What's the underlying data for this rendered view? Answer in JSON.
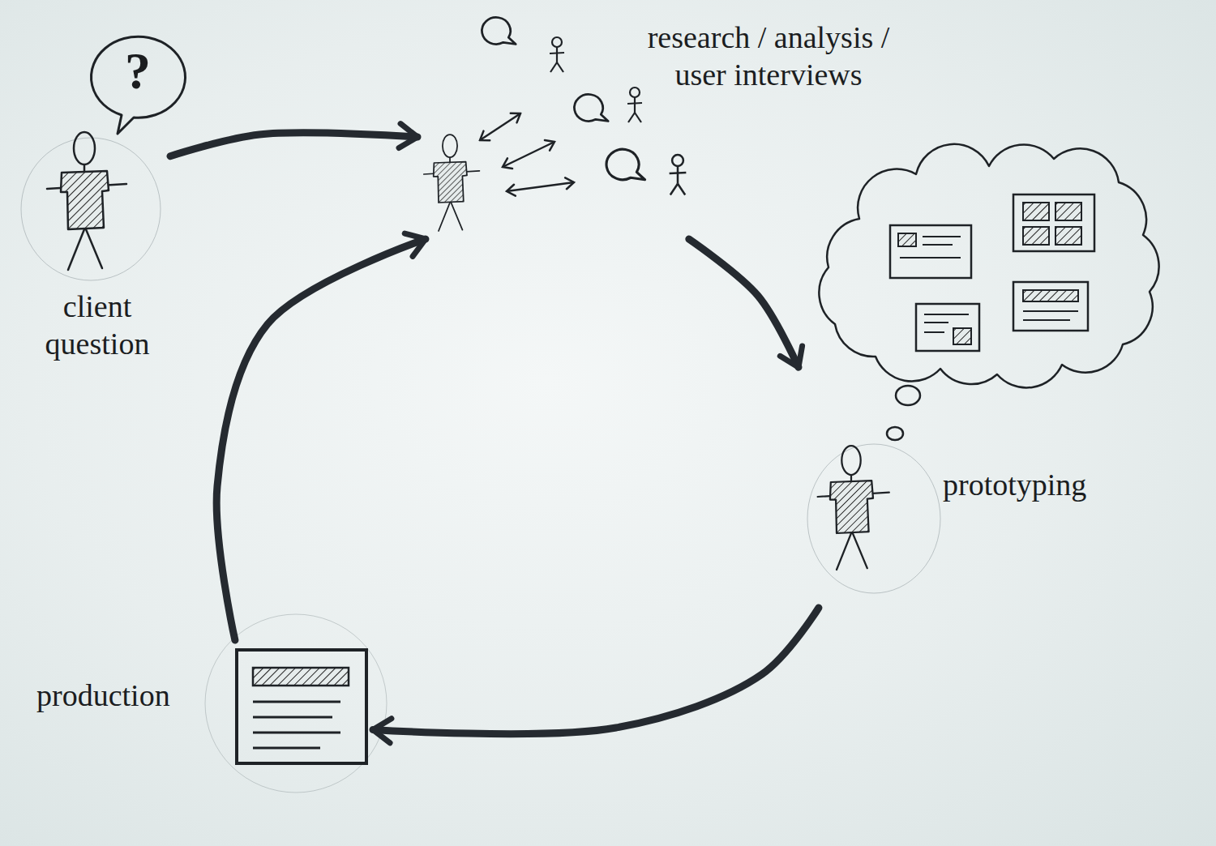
{
  "diagram": {
    "nodes": [
      {
        "text": [
          "client question"
        ]
      },
      {
        "text": [
          "research / analysis / user interviews"
        ]
      },
      {
        "text": [
          "prototyping"
        ]
      },
      {
        "text": [
          "production"
        ]
      }
    ],
    "edges": [
      {
        "from": 0,
        "to": 1,
        "arrow": "to"
      },
      {
        "from": 1,
        "to": 2,
        "arrow": "to"
      },
      {
        "from": 2,
        "to": 3,
        "arrow": "to"
      },
      {
        "from": 3,
        "to": 1,
        "arrow": "to"
      }
    ],
    "labels": [
      "?"
    ]
  }
}
